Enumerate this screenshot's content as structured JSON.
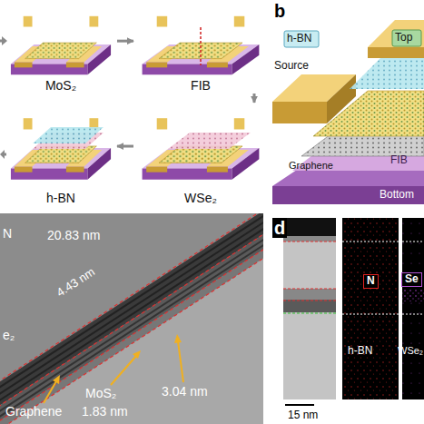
{
  "diagram": {
    "nodes": [
      {
        "text": [
          "MoS₂"
        ]
      },
      {
        "text": [
          "FIB"
        ]
      },
      {
        "text": [
          "WSe₂"
        ]
      },
      {
        "text": [
          "h-BN"
        ]
      },
      {
        "text": [
          "N"
        ]
      },
      {
        "text": [
          "Se"
        ]
      }
    ],
    "edges": [
      {
        "from": 0,
        "to": 1,
        "arrow": "to"
      },
      {
        "from": 1,
        "to": 2,
        "arrow": "to"
      },
      {
        "from": 2,
        "to": 3,
        "arrow": "to"
      }
    ],
    "labels": [
      "b",
      "Top",
      "h-BN",
      "Source",
      "Graphene",
      "FIB",
      "Bottom",
      "N",
      "20.83 nm",
      "4.43 nm",
      "e₂",
      "MoS₂",
      "3.04 nm",
      "Graphene",
      "1.83 nm",
      "d",
      "h-BN",
      "WSe₂",
      "15 nm"
    ]
  }
}
